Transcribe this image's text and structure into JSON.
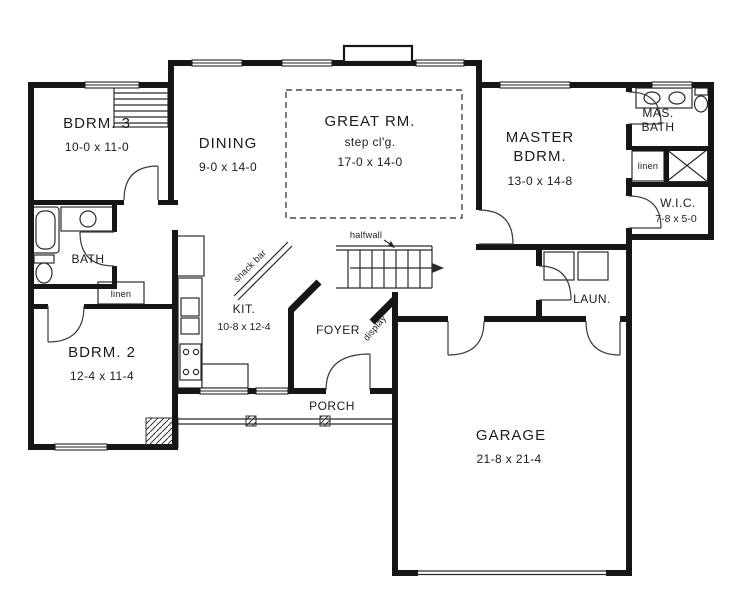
{
  "plan": {
    "colors": {
      "wall": "#161616",
      "background": "#ffffff",
      "text": "#1c1c1c"
    },
    "rooms": {
      "bdrm3": {
        "name": "BDRM. 3",
        "size": "10-0 x 11-0"
      },
      "dining": {
        "name": "DINING",
        "size": "9-0 x 14-0"
      },
      "great": {
        "name": "GREAT RM.",
        "ceiling": "step cl'g.",
        "size": "17-0 x 14-0"
      },
      "master": {
        "line1": "MASTER",
        "line2": "BDRM.",
        "size": "13-0 x 14-8"
      },
      "mas_bath": {
        "line1": "MAS.",
        "line2": "BATH"
      },
      "linen_master": {
        "name": "linen"
      },
      "wic": {
        "name": "W.I.C.",
        "size": "7-8 x 5-0"
      },
      "bath": {
        "name": "BATH"
      },
      "linen_hall": {
        "name": "linen"
      },
      "bdrm2": {
        "name": "BDRM. 2",
        "size": "12-4 x 11-4"
      },
      "kitchen": {
        "name": "KIT.",
        "size": "10-8 x 12-4"
      },
      "foyer": {
        "name": "FOYER"
      },
      "laundry": {
        "name": "LAUN."
      },
      "porch": {
        "name": "PORCH"
      },
      "garage": {
        "name": "GARAGE",
        "size": "21-8 x 21-4"
      }
    },
    "annotations": {
      "snack_bar": "snack bar",
      "half_wall": "halfwall",
      "display": "display"
    }
  }
}
